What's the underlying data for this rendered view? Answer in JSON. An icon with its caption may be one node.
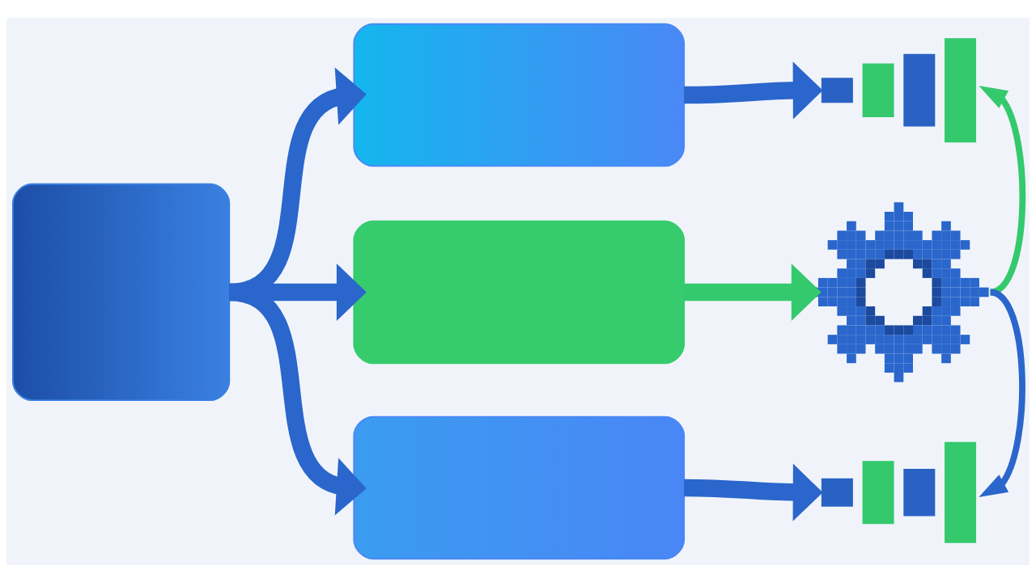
{
  "diagram": {
    "nodes": [
      {
        "text": [],
        "shape": "box"
      },
      {
        "text": [],
        "shape": "box"
      },
      {
        "text": [],
        "shape": "box"
      },
      {
        "text": [],
        "shape": "box"
      },
      {
        "text": [],
        "shape": "picture"
      },
      {
        "text": [],
        "shape": "picture"
      },
      {
        "text": [],
        "shape": "picture"
      }
    ],
    "edges": [
      {
        "from": 0,
        "to": 1,
        "arrow": "to"
      },
      {
        "from": 0,
        "to": 2,
        "arrow": "to"
      },
      {
        "from": 0,
        "to": 3,
        "arrow": "to"
      },
      {
        "from": 1,
        "to": 4,
        "arrow": "to"
      },
      {
        "from": 2,
        "to": 5,
        "arrow": "to",
        "color": "#35c96e"
      },
      {
        "from": 3,
        "to": 6,
        "arrow": "to"
      },
      {
        "from": 5,
        "to": 4,
        "arrow": "to",
        "color": "#35c96e"
      },
      {
        "from": 5,
        "to": 6,
        "arrow": "to"
      }
    ]
  }
}
